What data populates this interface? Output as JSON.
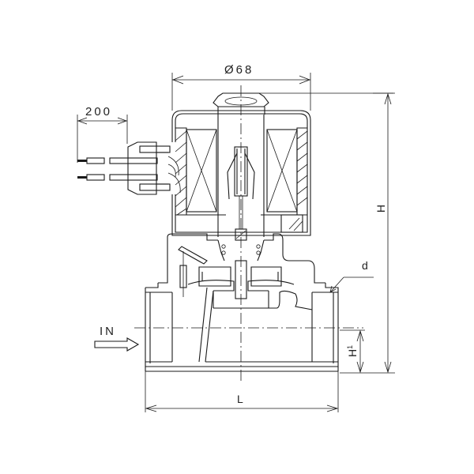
{
  "drawing": {
    "title": "Solenoid valve cross-section dimension drawing",
    "colors": {
      "line": "#1a1a1a",
      "background": "#ffffff",
      "text": "#222222"
    },
    "dimensions": {
      "coil_diameter": {
        "label": "Ø68"
      },
      "lead_wire_length": {
        "label": "200"
      },
      "overall_height": {
        "label": "H"
      },
      "port_center_height": {
        "label": "H₁",
        "label_base": "H",
        "label_sub": "1"
      },
      "body_length": {
        "label": "L"
      },
      "port_size": {
        "label": "d"
      }
    },
    "flow": {
      "inlet_label": "IN",
      "arrow_direction": "right"
    }
  }
}
